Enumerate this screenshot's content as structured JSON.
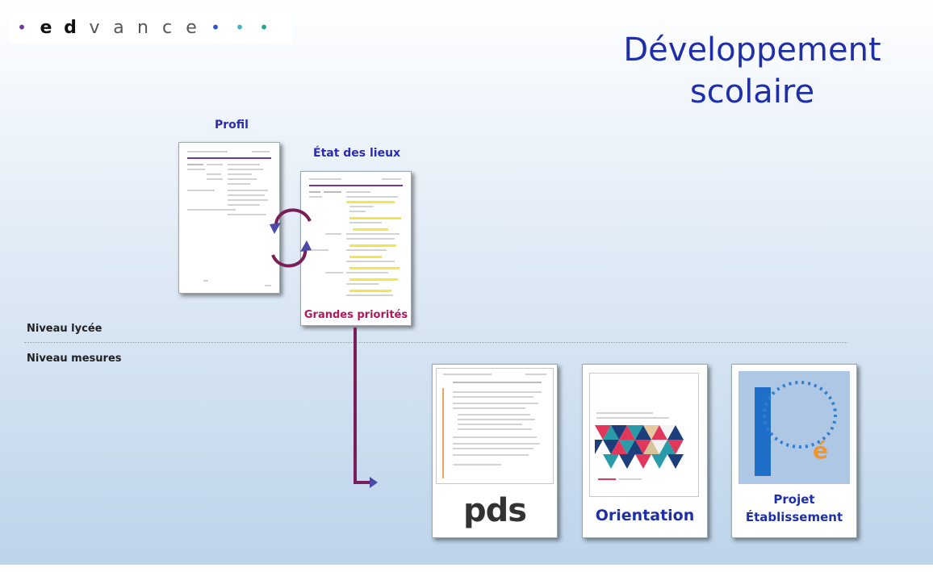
{
  "logo": {
    "letters": [
      "e",
      "d",
      "v",
      "a",
      "n",
      "c",
      "e"
    ],
    "dot_colors": {
      "purple": "#6b3a9a",
      "blue": "#2b58c9",
      "cyan": "#3fb7c9",
      "teal": "#1faa8a"
    }
  },
  "title": {
    "line1": "Développement",
    "line2": "scolaire"
  },
  "documents": {
    "profil": {
      "label": "Profil"
    },
    "etat": {
      "label": "État des lieux",
      "caption": "Grandes priorités"
    }
  },
  "levels": {
    "lycee": "Niveau lycée",
    "mesures": "Niveau mesures"
  },
  "measures": {
    "pds": {
      "label": "pds"
    },
    "orientation": {
      "label": "Orientation"
    },
    "projet": {
      "label_line1": "Projet",
      "label_line2": "Établissement"
    }
  },
  "colors": {
    "title": "#1f2fa8",
    "label_blue": "#2b2bb5",
    "priority_text": "#b0185a",
    "arrow": "#7a1e5a",
    "arrow_head": "#4a4aa8",
    "doc_bar": "#6d3aa5",
    "highlight": "#f4e64a",
    "pe_blue": "#2e7fd0",
    "pe_orange": "#f0952a"
  },
  "icons": [
    "cycle-arrows-icon",
    "down-right-arrow-icon",
    "pe-logo-icon"
  ]
}
